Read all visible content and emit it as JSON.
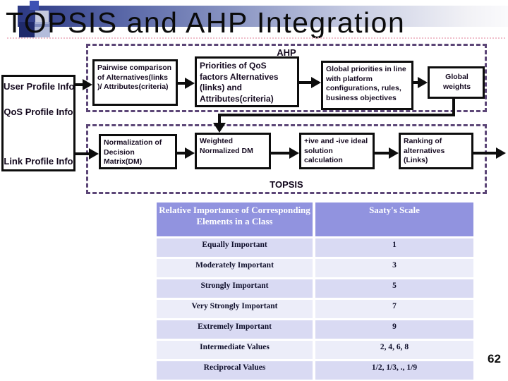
{
  "slide": {
    "title": "TOPSIS and AHP Integration",
    "page_number": "62"
  },
  "colors": {
    "dashed_border": "#5c4677",
    "box_border": "#0d0d0d",
    "title_bar_gradient_start": "#2c3984",
    "title_bar_gradient_end": "#fafafc",
    "table_header_bg": "#9193df",
    "table_row_dark": "#d9daf3",
    "table_row_light": "#ecedf9",
    "table_header_text": "#ffffff"
  },
  "flowchart": {
    "inputs": [
      "User Profile Info",
      "QoS Profile Info",
      "Link Profile Info"
    ],
    "ahp": {
      "label": "AHP",
      "boxes": [
        "Pairwise comparison of Alternatives(links )/ Attributes(criteria)",
        "Priorities of QoS factors Alternatives (links) and Attributes(criteria)",
        "Global priorities in line with platform configurations, rules, business objectives",
        "Global weights"
      ]
    },
    "topsis": {
      "label": "TOPSIS",
      "boxes": [
        "Normalization of Decision Matrix(DM)",
        "Weighted Normalized DM",
        "+ive and -ive ideal solution calculation",
        "Ranking of alternatives (Links)"
      ]
    }
  },
  "table": {
    "headers": [
      "Relative Importance of Corresponding Elements in a Class",
      "Saaty's  Scale"
    ],
    "rows": [
      {
        "importance": "Equally Important",
        "scale": "1"
      },
      {
        "importance": "Moderately Important",
        "scale": "3"
      },
      {
        "importance": "Strongly Important",
        "scale": "5"
      },
      {
        "importance": "Very Strongly Important",
        "scale": "7"
      },
      {
        "importance": "Extremely Important",
        "scale": "9"
      },
      {
        "importance": "Intermediate Values",
        "scale": "2, 4, 6, 8"
      },
      {
        "importance": "Reciprocal Values",
        "scale": "1/2, 1/3, ., 1/9"
      }
    ]
  }
}
